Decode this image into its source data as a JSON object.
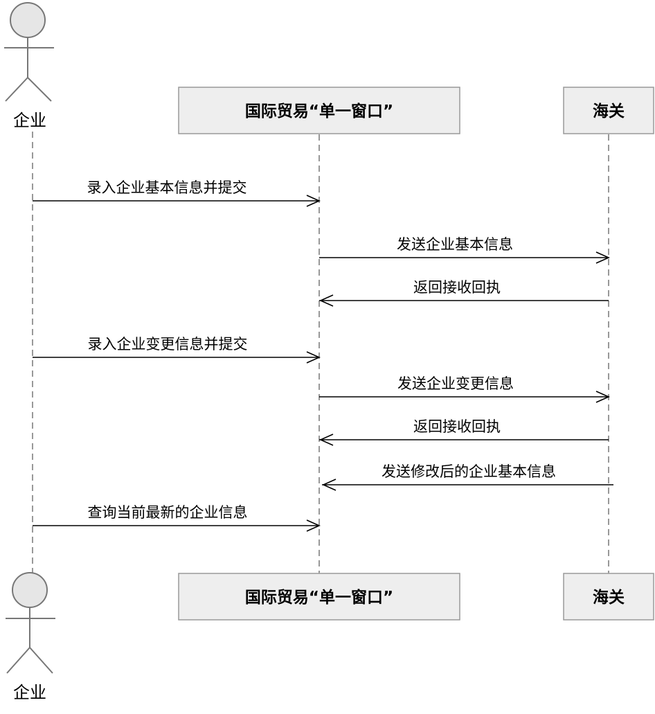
{
  "participants": {
    "actor": "企业",
    "window": "国际贸易“单一窗口”",
    "customs": "海关"
  },
  "messages": [
    "录入企业基本信息并提交",
    "发送企业基本信息",
    "返回接收回执",
    "录入企业变更信息并提交",
    "发送企业变更信息",
    "返回接收回执",
    "发送修改后的企业基本信息",
    "查询当前最新的企业信息"
  ],
  "colors": {
    "box_fill": "#eeeeee",
    "box_stroke": "#999999",
    "actor_fill": "#e6e6e6",
    "lifeline": "#777777",
    "arrow": "#000000"
  }
}
